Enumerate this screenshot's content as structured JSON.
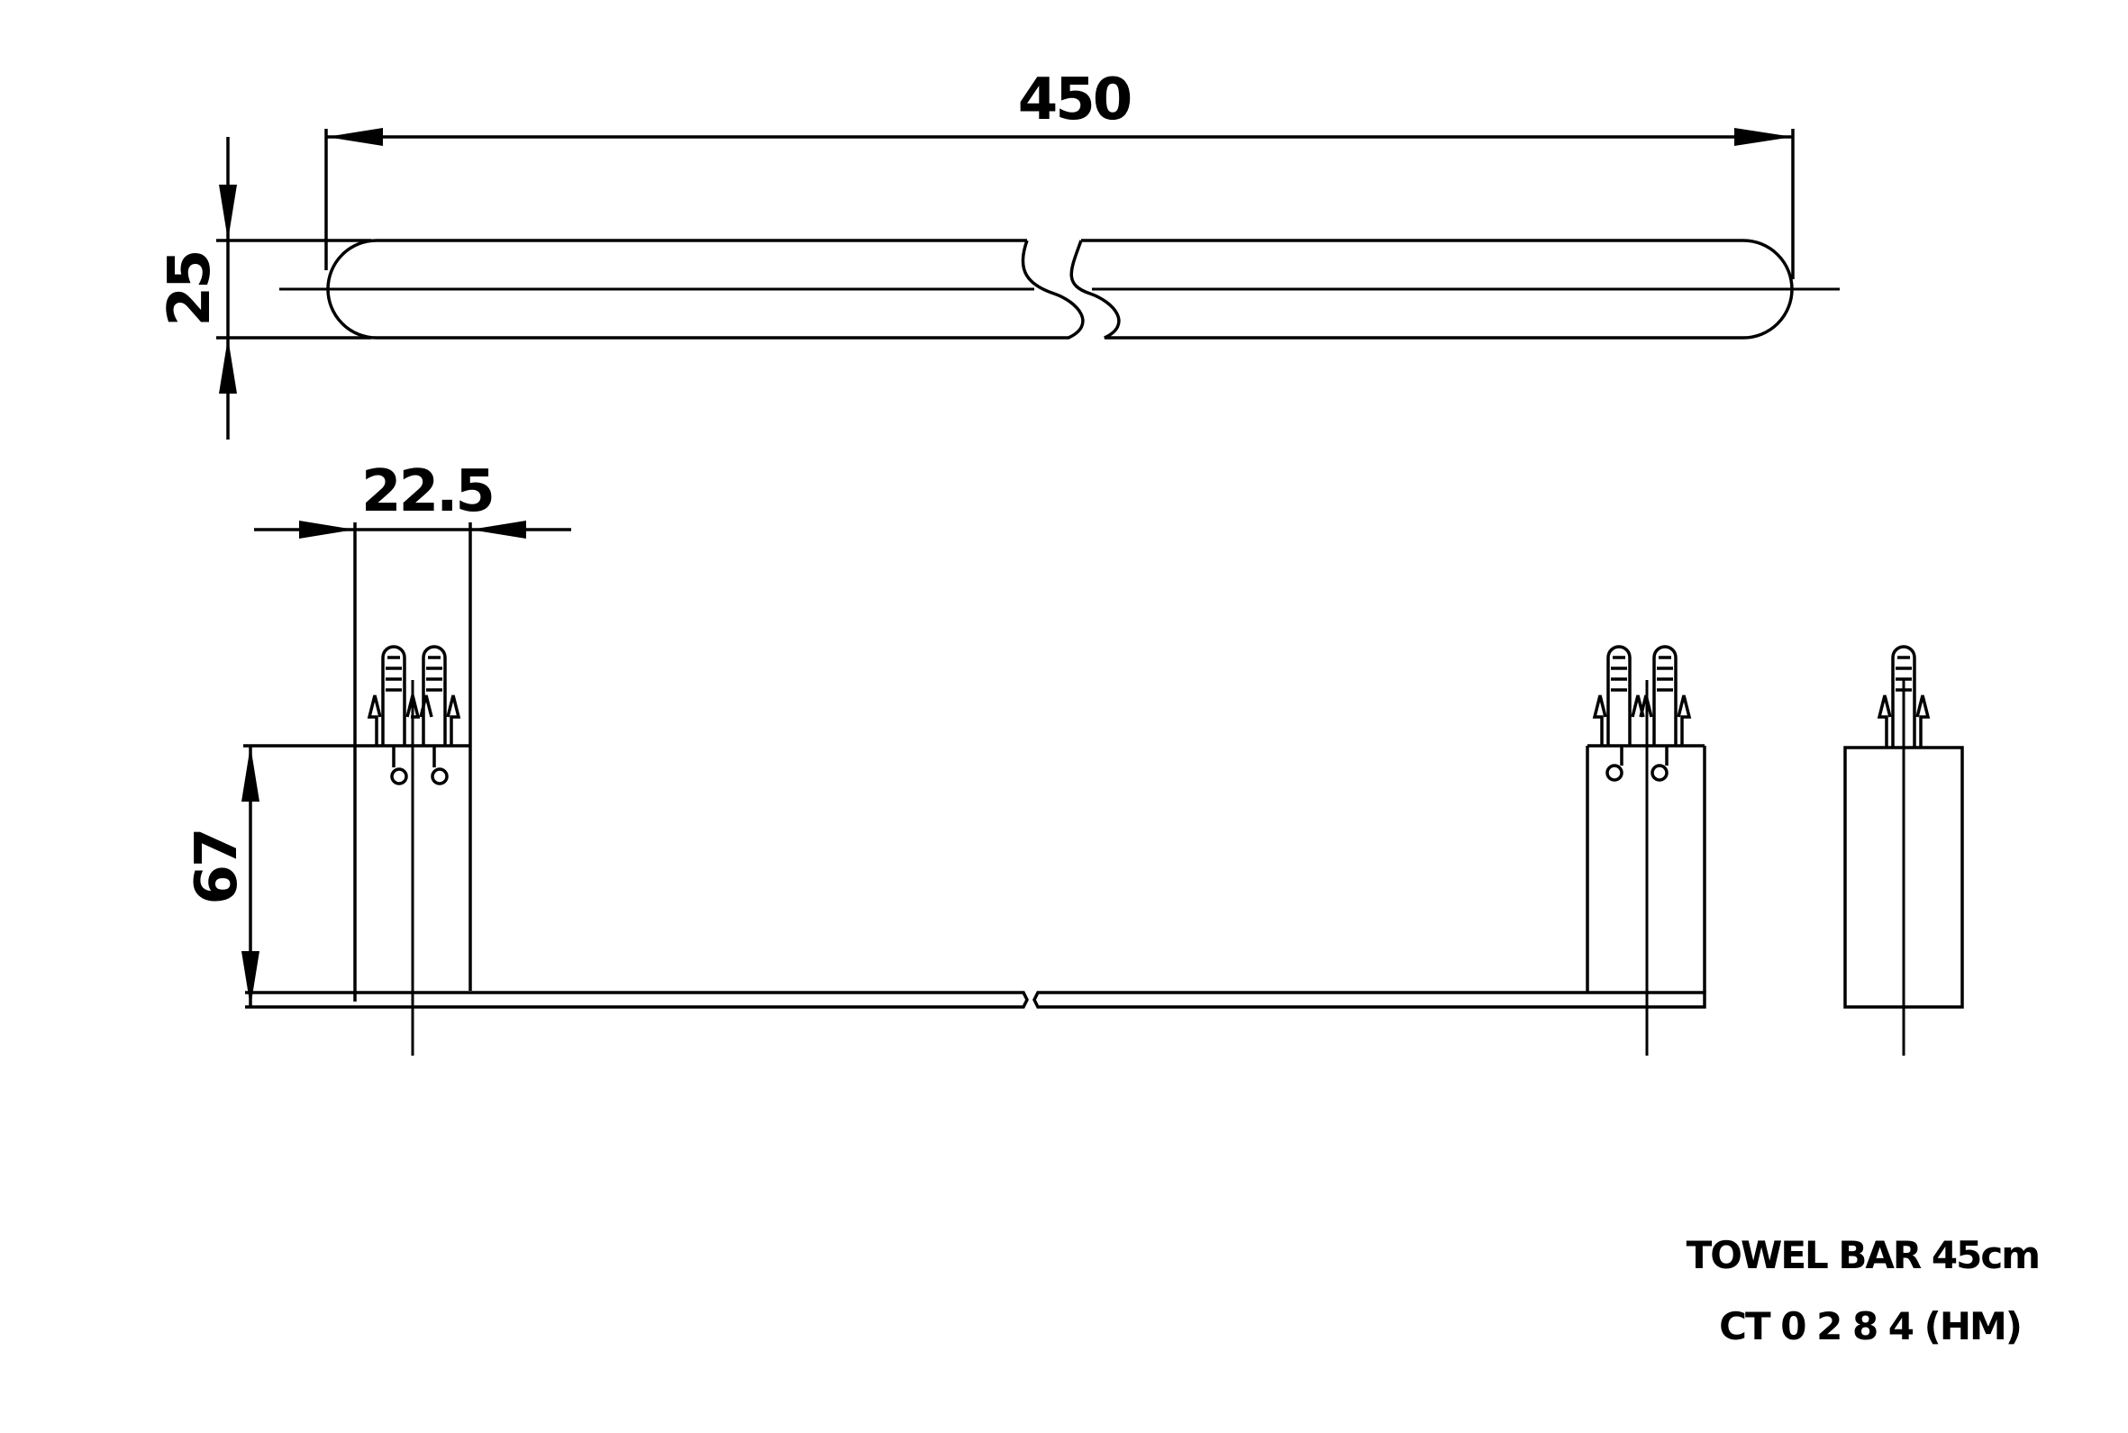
{
  "dimensions": {
    "length": "450",
    "bar_height": "25",
    "bracket_width": "22.5",
    "projection": "67"
  },
  "title_block": {
    "product_name": "TOWEL BAR 45cm",
    "product_code": "CT 0 2 8 4 (HM)"
  }
}
